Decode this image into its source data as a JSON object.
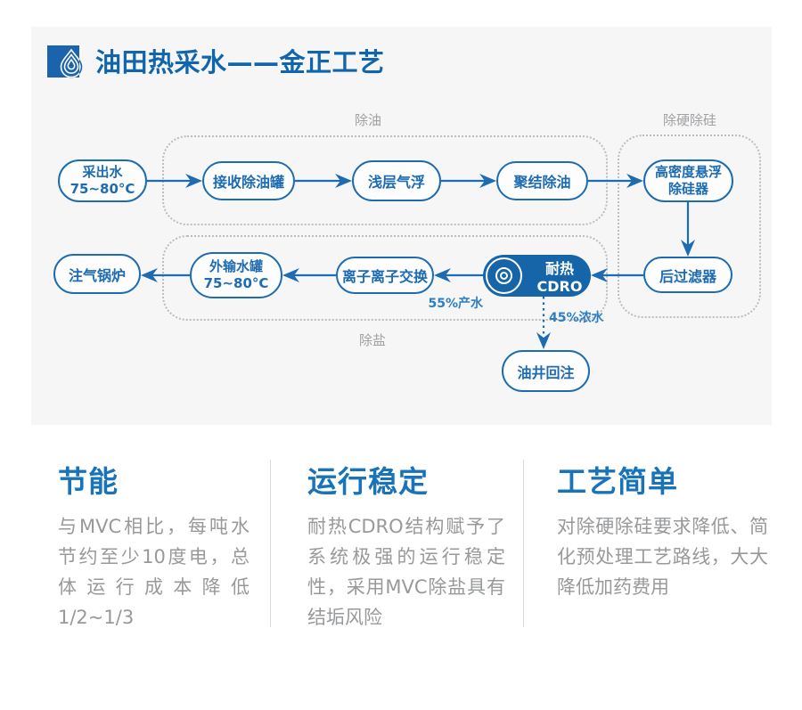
{
  "header": {
    "title": "油田热采水——金正工艺",
    "logo": "water-drop-logo"
  },
  "diagram": {
    "group_labels": {
      "deoiling": "除油",
      "hardness_silica": "除硬除硅",
      "desalting": "除盐"
    },
    "nodes": {
      "produced_water": "采出水\n75~80°C",
      "receiving_tank": "接收除油罐",
      "air_flotation": "浅层气浮",
      "coalescing": "聚结除油",
      "desilicizer": "高密度悬浮\n除硅器",
      "boiler": "注气锅炉",
      "export_tank": "外输水罐\n75~80°C",
      "ion_exchange": "离子离子交换",
      "cdro": "耐热CDRO",
      "post_filter": "后过滤器",
      "reinjection": "油井回注"
    },
    "flow_labels": {
      "product": "55%产水",
      "concentrate": "45%浓水"
    }
  },
  "features": [
    {
      "title": "节能",
      "text": "与MVC相比，每吨水节约至少10度电，总体运行成本降低1/2~1/3"
    },
    {
      "title": "运行稳定",
      "text": "耐热CDRO结构赋予了系统极强的运行稳定性，采用MVC除盐具有结垢风险"
    },
    {
      "title": "工艺简单",
      "text": "对除硬除硅要求降低、简化预处理工艺路线，大大降低加药费用"
    }
  ],
  "colors": {
    "primary_blue": "#1d6bb0",
    "fill_blue": "#1565a8",
    "title_blue": "#1165ad",
    "heading_blue": "#1973b9",
    "panel_bg": "#f6f6f7",
    "label_gray": "#9fa0a2",
    "body_gray": "#97999b"
  }
}
